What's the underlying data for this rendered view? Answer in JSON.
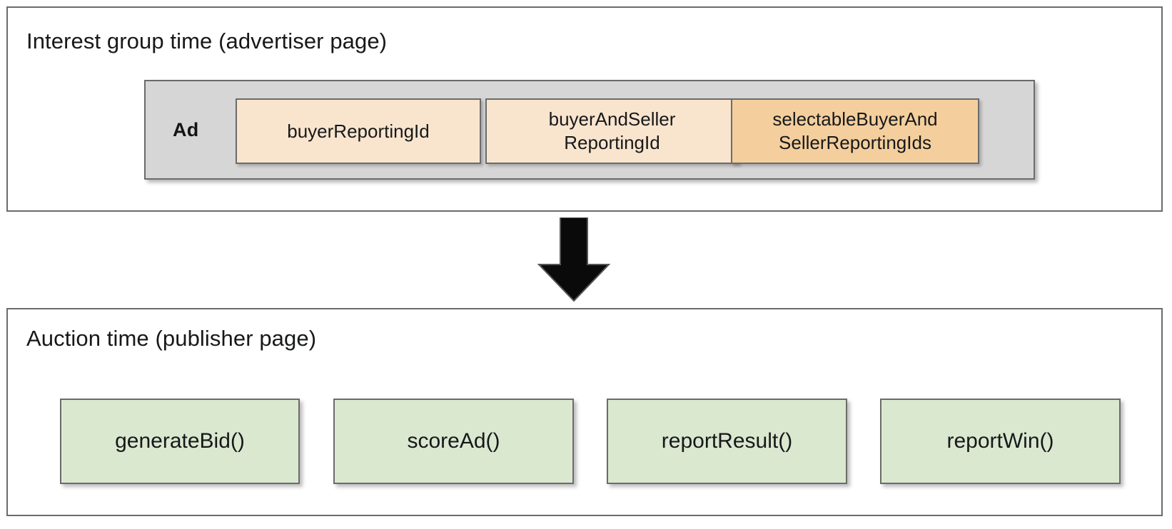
{
  "diagram": {
    "title_top": "Interest group time (advertiser page)",
    "title_bottom": "Auction time (publisher page)",
    "colors": {
      "panel_border": "#6b6b6b",
      "ad_group_fill": "#d6d6d6",
      "field_fill_light": "#f9e5ce",
      "field_fill_dark": "#f4cf9d",
      "function_fill": "#dbe8d0",
      "arrow_fill": "#0a0a0a",
      "text": "#17181a",
      "background": "#ffffff"
    },
    "arrow": {
      "icon": "arrow-down-icon",
      "direction": "down"
    },
    "interest_group_phase": {
      "title": "Interest group time (advertiser page)",
      "ad_container": {
        "label": "Ad",
        "fields": [
          {
            "label": "buyerReportingId",
            "emphasis": "light"
          },
          {
            "label": "buyerAndSeller\nReportingId",
            "line1": "buyerAndSeller",
            "line2": "ReportingId",
            "emphasis": "light"
          },
          {
            "label": "selectableBuyerAnd\nSellerReportingIds",
            "line1": "selectableBuyerAnd",
            "line2": "SellerReportingIds",
            "emphasis": "dark"
          }
        ]
      }
    },
    "auction_phase": {
      "title": "Auction time (publisher page)",
      "functions": [
        {
          "label": "generateBid()"
        },
        {
          "label": "scoreAd()"
        },
        {
          "label": "reportResult()"
        },
        {
          "label": "reportWin()"
        }
      ]
    }
  }
}
